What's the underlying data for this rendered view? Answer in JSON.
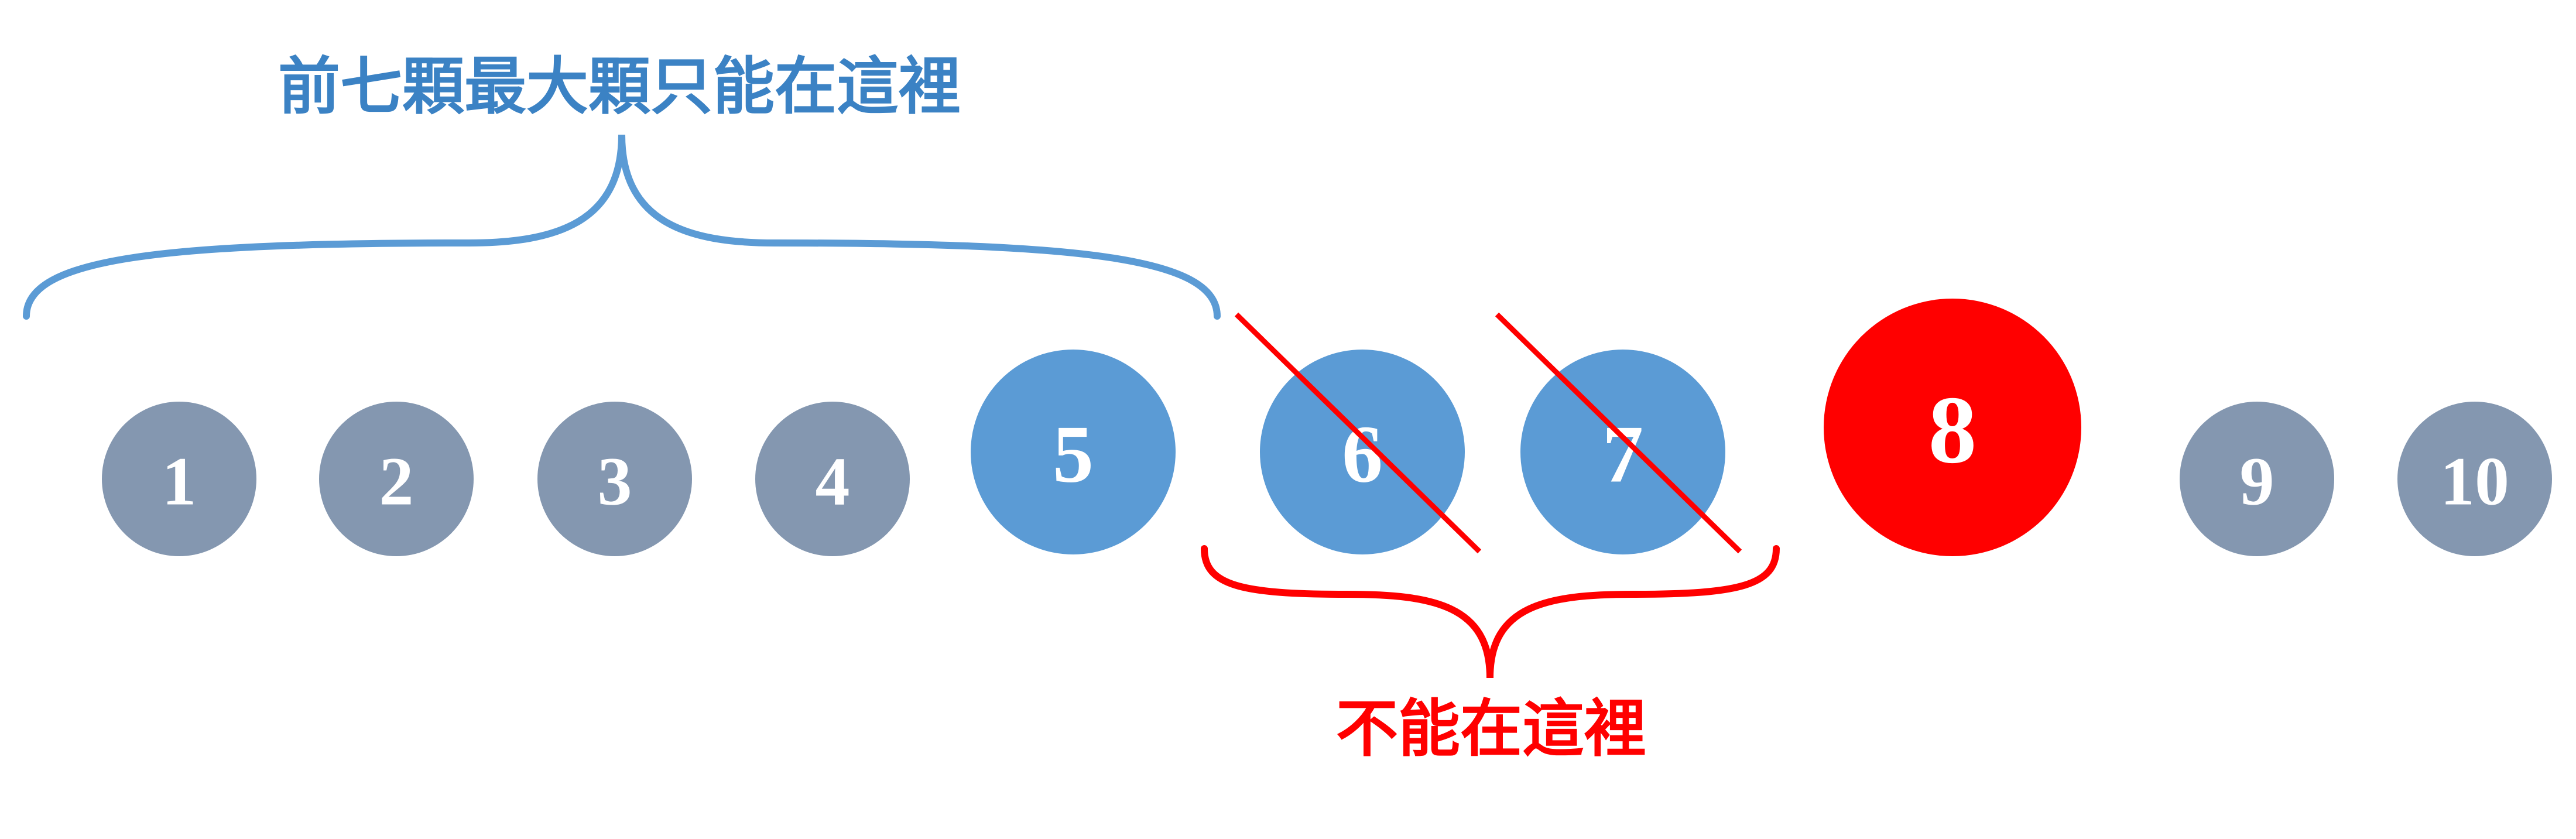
{
  "top_label": "前七顆最大顆只能在這裡",
  "bottom_label": "不能在這裡",
  "colors": {
    "blue": "#5b9bd5",
    "gray": "#8497b0",
    "red": "#ff0000",
    "white": "#ffffff"
  },
  "balls": [
    {
      "label": "1",
      "style": "gray",
      "size": "small",
      "crossed": false
    },
    {
      "label": "2",
      "style": "gray",
      "size": "small",
      "crossed": false
    },
    {
      "label": "3",
      "style": "gray",
      "size": "small",
      "crossed": false
    },
    {
      "label": "4",
      "style": "gray",
      "size": "small",
      "crossed": false
    },
    {
      "label": "5",
      "style": "blue",
      "size": "medium",
      "crossed": false
    },
    {
      "label": "6",
      "style": "blue",
      "size": "medium",
      "crossed": true
    },
    {
      "label": "7",
      "style": "blue",
      "size": "medium",
      "crossed": true
    },
    {
      "label": "8",
      "style": "red",
      "size": "large",
      "crossed": false
    },
    {
      "label": "9",
      "style": "gray",
      "size": "small",
      "crossed": false
    },
    {
      "label": "10",
      "style": "gray",
      "size": "small",
      "crossed": false
    }
  ]
}
